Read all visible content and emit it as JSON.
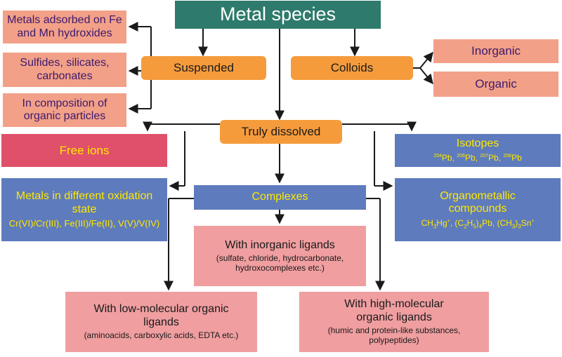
{
  "title": "Metal species",
  "suspended": {
    "label": "Suspended",
    "items": [
      "Metals adsorbed on Fe and Mn hydroxides",
      "Sulfides, silicates, carbonates",
      "In composition of organic particles"
    ]
  },
  "colloids": {
    "label": "Colloids",
    "items": [
      "Inorganic",
      "Organic"
    ]
  },
  "dissolved": {
    "label": "Truly dissolved",
    "free_ions": "Free ions",
    "isotopes": {
      "label": "Isotopes",
      "mass": [
        "204",
        "206",
        "207",
        "208"
      ],
      "element": "Pb"
    },
    "oxidation": {
      "label": "Metals in different oxidation state",
      "pairs": "Cr(VI)/Cr(III), Fe(III)/Fe(II), V(V)/V(IV)"
    },
    "organometallic": {
      "label": "Organometallic compounds",
      "f1": {
        "a": "CH",
        "b": "3",
        "c": "Hg",
        "d": "+"
      },
      "f2": {
        "a": "(C",
        "b": "2",
        "c": "H",
        "d": "5",
        "e": ")",
        "f": "4",
        "g": "Pb"
      },
      "f3": {
        "a": "(CH",
        "b": "3",
        "c": ")",
        "d": "3",
        "e": "Sn",
        "f": "+"
      },
      "sep": ", "
    },
    "complexes": {
      "label": "Complexes",
      "inorganic": {
        "label": "With inorganic ligands",
        "examples": "(sulfate, chloride, hydrocarbonate, hydroxocomplexes etc.)"
      },
      "low_molecular": {
        "label": "With low-molecular organic ligands",
        "examples": "(aminoacids, carboxylic acids, EDTA etc.)"
      },
      "high_molecular": {
        "label": "With high-molecular organic ligands",
        "examples": "(humic and protein-like substances, polypeptides)"
      }
    }
  },
  "colors": {
    "title_bg": "#2e7a6c",
    "orange": "#f59b3c",
    "salmon": "#f2a088",
    "red": "#e0506a",
    "blue": "#5e7bbd",
    "pink": "#f09ea0",
    "yellow_text": "#ffe800",
    "purple_text": "#3d1a6e"
  }
}
